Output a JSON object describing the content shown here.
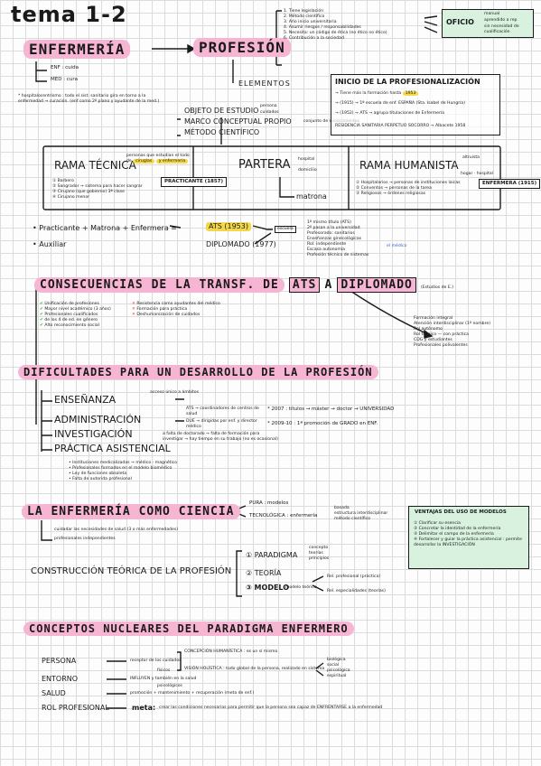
{
  "title": "tema 1-2",
  "oficio": {
    "label": "OFICIO",
    "items": [
      "manual",
      "aprendido a rep",
      "sin necesidad de cualificación"
    ]
  },
  "s1": {
    "left": "ENFERMERÍA",
    "right": "PROFESIÓN",
    "enf": "ENF : cuida",
    "med": "MED : cura",
    "prof_list": [
      "1. Tiene legislación",
      "2. Método científico",
      "3. Año inicio universitaria",
      "4. Asumir riesgos / responsabilidades",
      "5. Necesita: un código de ética (no ético no ético)",
      "6. Contribución a la sociedad"
    ],
    "elementos": "ELEMENTOS",
    "el1": "OBJETO DE ESTUDIO",
    "el1b": "persona",
    "el1c": "cuidados",
    "el2": "MARCO CONCEPTUAL PROPIO",
    "el2b": "conjunto de conocimientos",
    "el3": "MÉTODO CIENTÍFICO",
    "note": "* hospitalocentrismo : todo el sist. sanitario gira en torno a la enfermedad → curación. (enf como 2º plano y ayudante de la med.)"
  },
  "inicio": {
    "title": "INICIO DE LA PROFESIONALIZACIÓN",
    "l1": "→ Tiene más la formación hasta",
    "y1": "1953",
    "l2": "→ (1915) → 1ª escuela de enf. ESPAÑA (Sta. Isabel de Hungría)",
    "l3": "→ (1952) → ATS → agrupa titulaciones de Enfermería",
    "l4": "RESIDENCIA SANITARIA PERPETUO SOCORRO → Albacete 1958"
  },
  "ramas": {
    "tecnica": "RAMA TÉCNICA",
    "tecnica_note": "personas que estudian el todo de",
    "tecnica_hl1": "cirugías",
    "tecnica_hl2": "y enfermería",
    "tec_items": [
      "① Barbero",
      "② Sangrador → sistema para hacer sangrar",
      "③ Cirujano (que gobierno) 3ª clase",
      "④ Cirujano menor"
    ],
    "practicante": "PRACTICANTE (1857)",
    "partera": "PARTERA",
    "partera_b1": "hospital",
    "partera_b2": "domicilio",
    "matrona": "matrona",
    "humanista": "RAMA HUMANISTA",
    "hum_b1": "altruista",
    "hum_b2": "hogar · hospital",
    "hum_items": [
      "① Hospitalarios → personas de instituciones laicas",
      "② Conventos → personas de la tarea",
      "③ Religiosos → órdenes religiosas"
    ],
    "enfermera": "ENFERMERA (1915)"
  },
  "s2": {
    "eq": "• Practicante + Matrona + Enfermera =",
    "ats": "ATS (1953)",
    "escuela": "escuela",
    "aux": "• Auxiliar",
    "diplomado": "DIPLOMADO (1977)",
    "right_notes": [
      "1º mismo título (ATS)",
      "2º pasan a la universidad",
      "Profesorado: sanitarios",
      "Enseñanzas ginecológicas",
      "Rol: independiente",
      "Escasa autonomía",
      "Profesión técnico de sistemas"
    ],
    "medico": "el médico"
  },
  "s3": {
    "t1": "CONSECUENCIAS DE LA TRANSF. DE",
    "ats": "ATS",
    "a": "A",
    "dip": "DIPLOMADO",
    "note": "(Estudios de E.)",
    "green": [
      "Unificación de profesiones",
      "Mayor nivel académico (3 años)",
      "Profesionales cualificados",
      "de los 4 de ed. en género",
      "Alto reconocimiento social"
    ],
    "red": [
      "Resistencia como ayudantes del médico",
      "Formación para práctica",
      "Deshumanización de cuidados"
    ],
    "right": [
      "Formación integral",
      "Atención interdisciplinar (1º nombre)",
      "Rol autónomo",
      "Rol técnico — con práctica",
      "CDG y estudiantes",
      "Profesionales polivalentes"
    ]
  },
  "s4": {
    "title": "DIFICULTADES PARA UN DESARROLLO DE LA PROFESIÓN",
    "items": [
      "ENSEÑANZA",
      "ADMINISTRACIÓN",
      "INVESTIGACIÓN",
      "PRÁCTICA ASISTENCIAL"
    ],
    "e_note": "acceso único a ámbitos",
    "a_note": "ATS → coordinadores de centros de salud",
    "a_note2": "DUE → dirigidas por enf. y director médico",
    "i_note": "a falta de doctorado → falta de formación para investigar → hay tiempo en su trabajo (no es ocasional)",
    "year1": "* 2007 : títulos → máster → doctor → UNIVERSIDAD",
    "year2": "* 2009-10 : 1ª promoción de GRADO en ENF.",
    "pa_list": [
      "• Instituciones medicalizadas → médico - magnético",
      "• Profesionales formados en el modelo biomédico",
      "• Ley de funciones obsoleta",
      "• Falta de autorida profesional"
    ]
  },
  "s5": {
    "title": "LA ENFERMERÍA COMO CIENCIA",
    "pura": "PURA : modelos",
    "tec": "TECNOLÓGICA : enfermería",
    "tec_notes": [
      "basada",
      "estructura interdisciplinar",
      "método científico"
    ],
    "b1": "cuidadar las necesidades de salud (3 o más enfermedades)",
    "b2": "profesionales independientes",
    "construccion": "CONSTRUCCIÓN TEÓRICA DE LA PROFESIÓN",
    "c1": "① PARADIGMA",
    "c2": "② TEORÍA",
    "c3": "③ MODELO",
    "c3_note": "modelo teórico",
    "c1_notes": [
      "concepto",
      "teorías",
      "principios"
    ],
    "modelo_r": [
      "Rel. profesional (práctica)",
      "Rel. especialidades (teorías)"
    ]
  },
  "ventajas": {
    "title": "VENTAJAS DEL USO DE MODELOS",
    "items": [
      "① Clarificar su esencia",
      "② Concretar la identidad de la enfermería",
      "③ Delimitar el campo de la enfermería",
      "④ Fortalecer y guiar la práctica asistencial : permite desarrollar la INVESTIGACIÓN"
    ]
  },
  "s6": {
    "title": "CONCEPTOS NUCLEARES DEL PARADIGMA ENFERMERO",
    "rows": [
      "PERSONA",
      "ENTORNO",
      "SALUD",
      "ROL PROFESIONAL"
    ],
    "persona_note": "receptor de los cuidados",
    "persona_right1": "CONCEPCIÓN HUMANÍSTICA : es un sí mismo",
    "persona_right2": "VISIÓN HOLÍSTICA : todo global de la persona, realizado en sistema",
    "hol_notes": [
      "biológica",
      "social",
      "psicológica",
      "espiritual"
    ],
    "entorno_note": "INFLUYEN y también en la salud",
    "ent_up": "físicos",
    "ent_down": "psicológicos",
    "salud_note": "promoción + mantenimiento + recuperación (meta de enf.)",
    "rol_meta": "meta:",
    "rol_note": "crear las condiciones necesarias para permitir que la persona sea capaz de ENFRENTARSE a la enfermedad"
  }
}
